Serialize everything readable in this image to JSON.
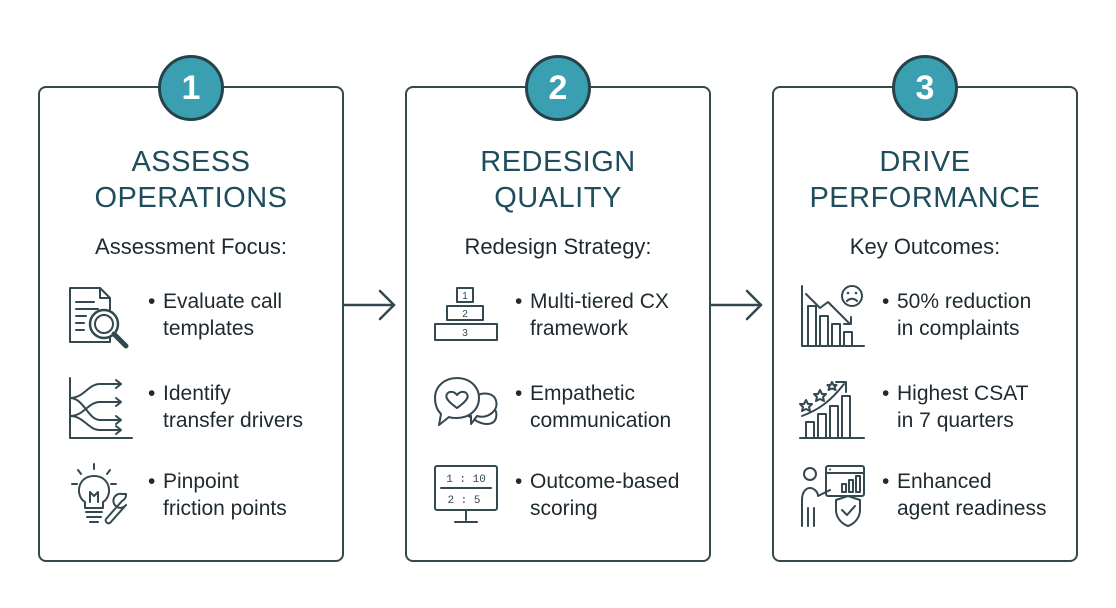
{
  "steps": [
    {
      "number": "1",
      "title_line1": "ASSESS",
      "title_line2": "OPERATIONS",
      "subtitle": "Assessment Focus:",
      "items": [
        {
          "icon": "document-magnifier-icon",
          "line1": "Evaluate call",
          "line2": "templates"
        },
        {
          "icon": "routing-arrows-icon",
          "line1": "Identify",
          "line2": "transfer drivers"
        },
        {
          "icon": "lightbulb-wrench-icon",
          "line1": "Pinpoint",
          "line2": "friction points"
        }
      ]
    },
    {
      "number": "2",
      "title_line1": "REDESIGN",
      "title_line2": "QUALITY",
      "subtitle": "Redesign Strategy:",
      "items": [
        {
          "icon": "tiered-podium-icon",
          "line1": "Multi-tiered CX",
          "line2": "framework"
        },
        {
          "icon": "heart-chat-bubbles-icon",
          "line1": "Empathetic",
          "line2": "communication"
        },
        {
          "icon": "scoreboard-monitor-icon",
          "line1": "Outcome-based",
          "line2": "scoring"
        }
      ]
    },
    {
      "number": "3",
      "title_line1": "DRIVE",
      "title_line2": "PERFORMANCE",
      "subtitle": "Key Outcomes:",
      "items": [
        {
          "icon": "declining-chart-sad-face-icon",
          "line1": "50% reduction",
          "line2": "in complaints"
        },
        {
          "icon": "rising-chart-stars-icon",
          "line1": "Highest CSAT",
          "line2": "in 7 quarters"
        },
        {
          "icon": "agent-dashboard-shield-icon",
          "line1": "Enhanced",
          "line2": "agent readiness"
        }
      ]
    }
  ],
  "icon_text": {
    "podium": [
      "1",
      "2",
      "3"
    ],
    "scoreboard_row1": "1 : 10",
    "scoreboard_row2": "2 : 5"
  },
  "colors": {
    "accent": "#3a9fb0",
    "title": "#1e4d5c",
    "border": "#33484f"
  }
}
